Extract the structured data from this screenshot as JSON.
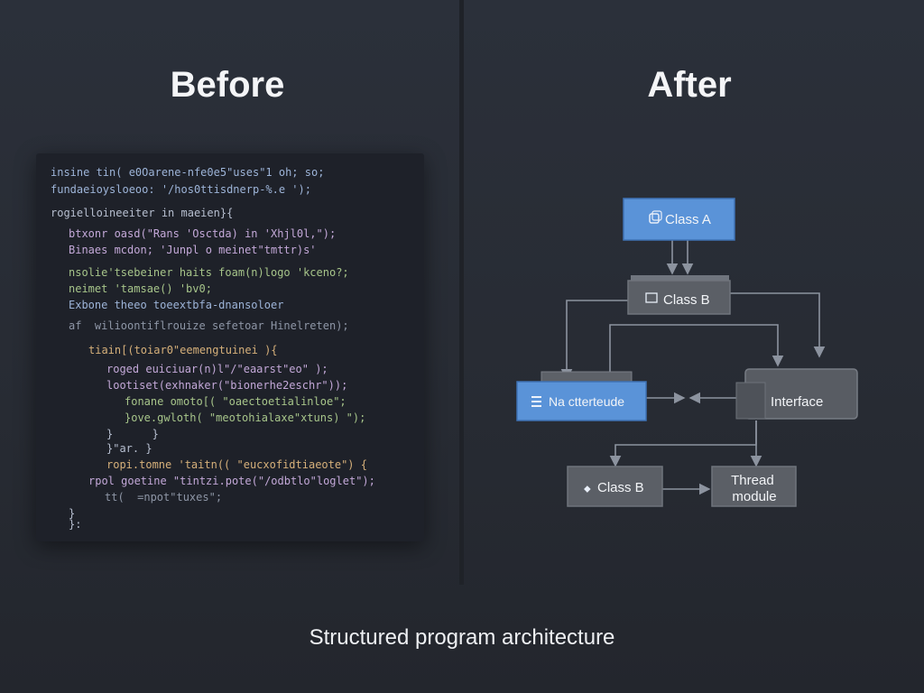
{
  "before_title": "Before",
  "after_title": "After",
  "caption": "Structured program architecture",
  "code_lines": [
    "insine tin( e0Oarene-nfe0e5\"uses\"1 oh; so;",
    "fundaeioysloeoo: '/hos0ttisdnerp-%.e ');",
    "rogielloineeiter in maeien}{",
    "btxonr oasd(\"Rans 'Osctda) in 'Xhjl0l,\");",
    "Binaes mcdon; 'Junpl o meinet\"tmttr)s'",
    "nsolie'tsebeiner haits foam(n)logo 'kceno?;",
    "neimet 'tamsae() 'bv0;",
    "Exbone theeo toeextbfa-dnansoloer",
    "af  wilioontiflrouize sefetoar Hinelreten);",
    "tiain[(toiar0\"eemengtuinei ){",
    "roged euiciuar(n)l\"/\"eaarst\"eo\" );",
    "lootiset(exhnaker(\"bionerhe2eschr\"));",
    "fonane omoto[( \"oaectoetialinloe\";",
    "}ove.gwloth( \"meotohialaxe\"xtuns) \");",
    "}      }",
    "}\"ar. }",
    "ropi.tomne 'taitn(( \"eucxofidtiaeote\") {",
    "rpol goetine \"tintzi.pote(\"/odbtlo\"loglet\");",
    "tt(  =npot\"tuxes\";",
    "}",
    "}:"
  ],
  "diagram": {
    "nodes": [
      {
        "id": "class-a",
        "label": "Class A",
        "icon": "copy-icon"
      },
      {
        "id": "class-b-top",
        "label": "Class B",
        "icon": "window-icon"
      },
      {
        "id": "ne-interface",
        "label": "Na ctterteude",
        "icon": "list-icon"
      },
      {
        "id": "interface",
        "label": "Interface",
        "icon": ""
      },
      {
        "id": "class-b-bottom",
        "label": "Class B",
        "icon": "diamond-icon"
      },
      {
        "id": "thread-module",
        "label": "Thread module",
        "icon": ""
      }
    ],
    "colors": {
      "accent": "#5a93d8",
      "gray_node": "#5b5f66",
      "edge": "#8c939f"
    }
  }
}
